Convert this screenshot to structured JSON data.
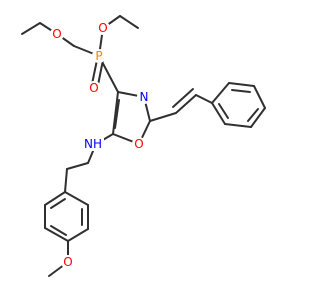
{
  "colors": {
    "bond": "#303030",
    "O": "#FF0000",
    "N": "#0000FF",
    "P": "#FF8000"
  },
  "atoms": {
    "o1": {
      "symbol": "O",
      "color": "#FF0000"
    },
    "o2": {
      "symbol": "O",
      "color": "#FF0000"
    },
    "p": {
      "symbol": "P",
      "color": "#FF8000"
    },
    "o3": {
      "symbol": "O",
      "color": "#FF0000"
    },
    "n_ring": {
      "symbol": "N",
      "color": "#0000FF"
    },
    "o_ring": {
      "symbol": "O",
      "color": "#FF0000"
    },
    "nh": {
      "symbol": "NH",
      "color": "#0000FF"
    },
    "o_meo": {
      "symbol": "O",
      "color": "#FF0000"
    }
  }
}
